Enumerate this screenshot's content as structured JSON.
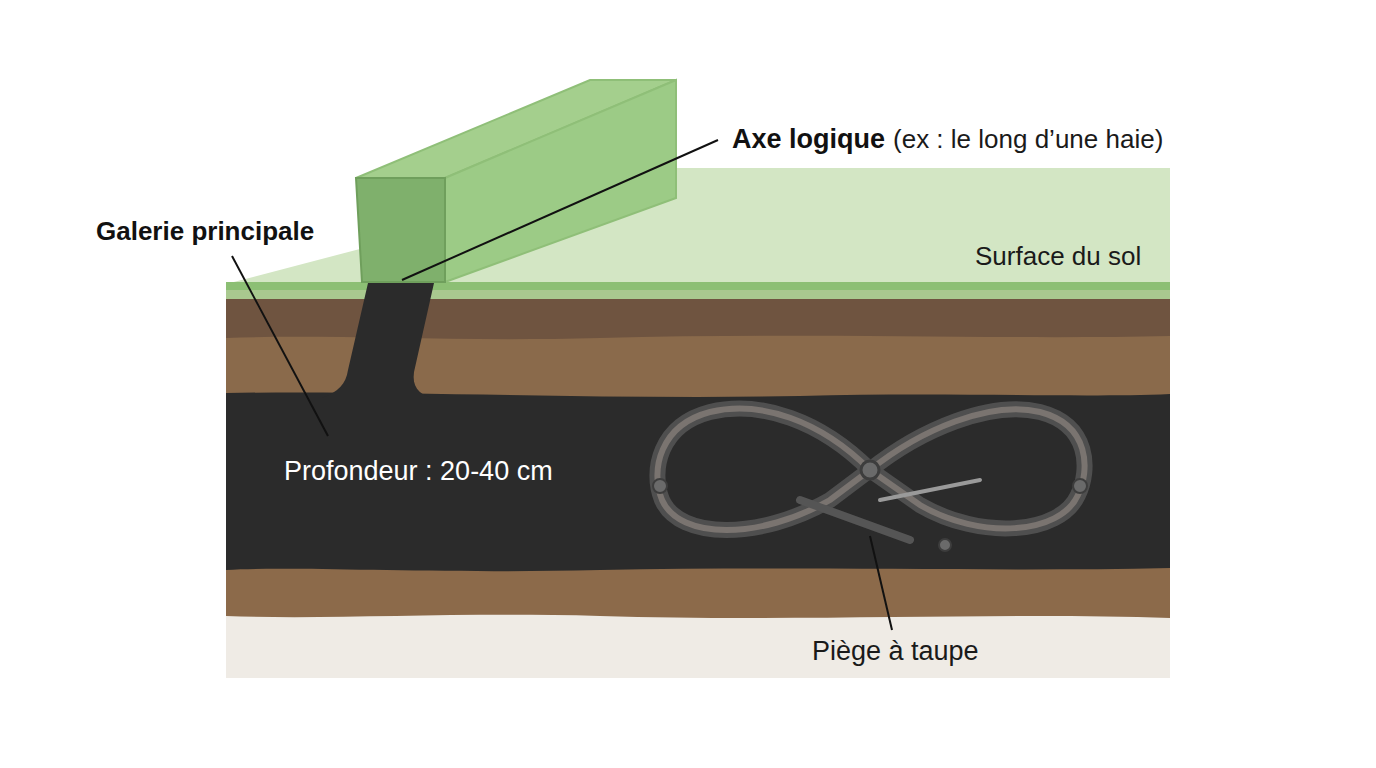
{
  "diagram": {
    "labels": [
      "Axe logique",
      "(ex : le long d’une haie)",
      "Galerie principale",
      "Surface du sol",
      "Profondeur : 20-40 cm",
      "Piège à taupe"
    ]
  }
}
